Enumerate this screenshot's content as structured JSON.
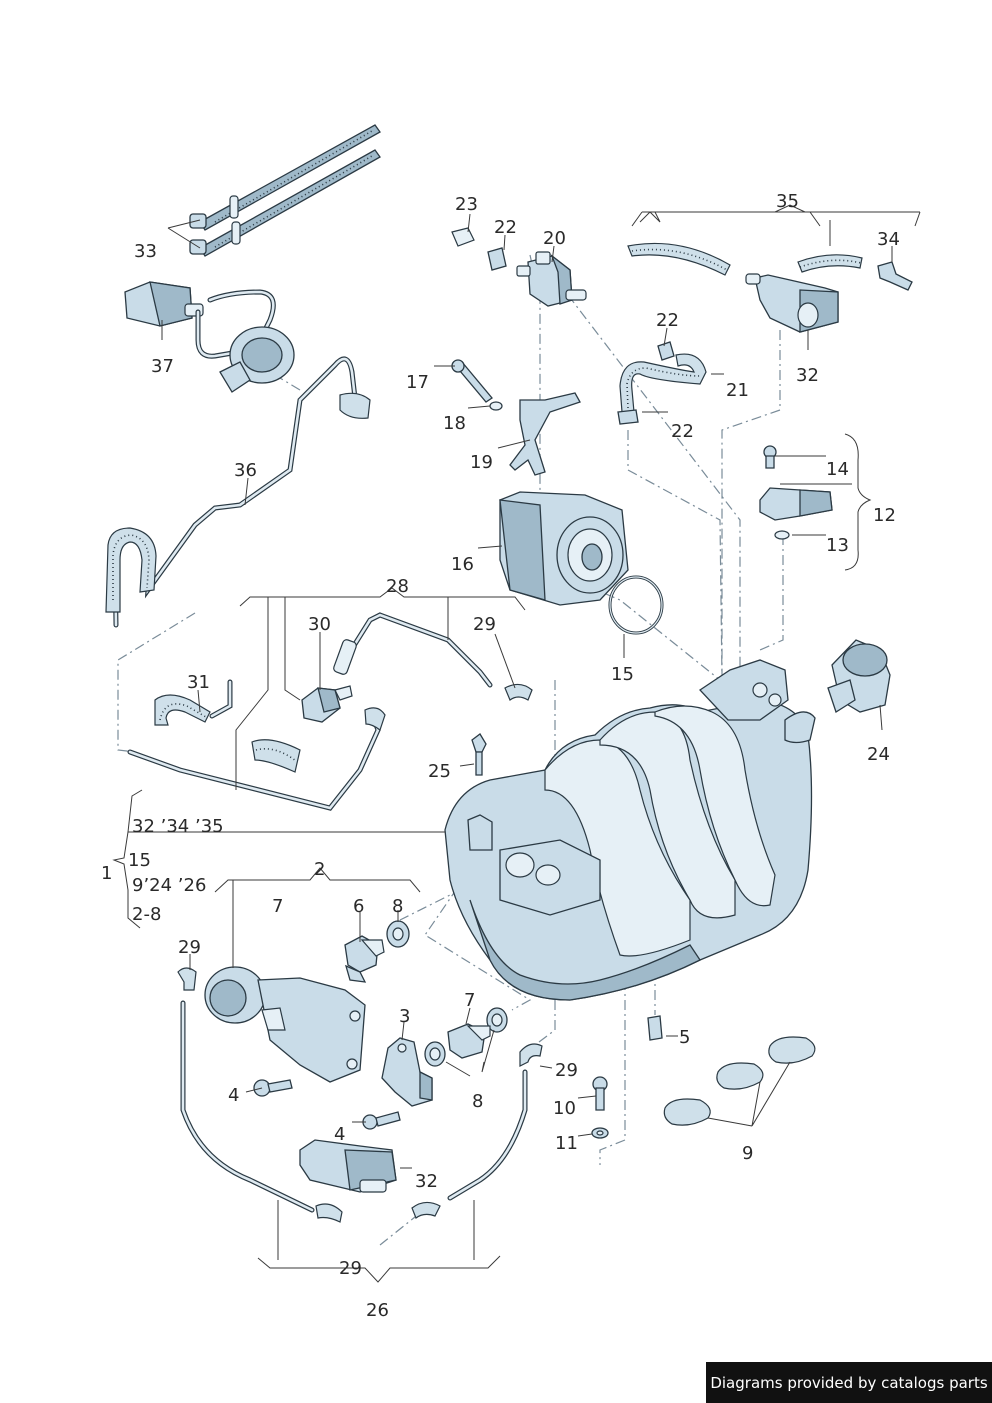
{
  "callouts": {
    "c1": "1",
    "c2": "2",
    "c3": "3",
    "c4a": "4",
    "c4b": "4",
    "c5": "5",
    "c6": "6",
    "c7a": "7",
    "c7b": "7",
    "c8a": "8",
    "c8b": "8",
    "c9": "9",
    "c10": "10",
    "c11": "11",
    "c12": "12",
    "c13": "13",
    "c14": "14",
    "c15a": "15",
    "c16": "16",
    "c17": "17",
    "c18": "18",
    "c19": "19",
    "c20": "20",
    "c21": "21",
    "c22a": "22",
    "c22b": "22",
    "c22c": "22",
    "c23": "23",
    "c24": "24",
    "c25": "25",
    "c26": "26",
    "c28": "28",
    "c29a": "29",
    "c29b": "29",
    "c29c": "29",
    "c29d": "29",
    "c30": "30",
    "c31": "31",
    "c32a": "32",
    "c32b": "32",
    "c33": "33",
    "c34": "34",
    "c35": "35",
    "c36": "36",
    "c37": "37"
  },
  "group1": {
    "line1": "32 ’34 ’35",
    "line2": "15",
    "line3": "9’24 ’26",
    "line4": "2-8"
  },
  "footer": {
    "text": "Diagrams provided by catalogs parts"
  }
}
